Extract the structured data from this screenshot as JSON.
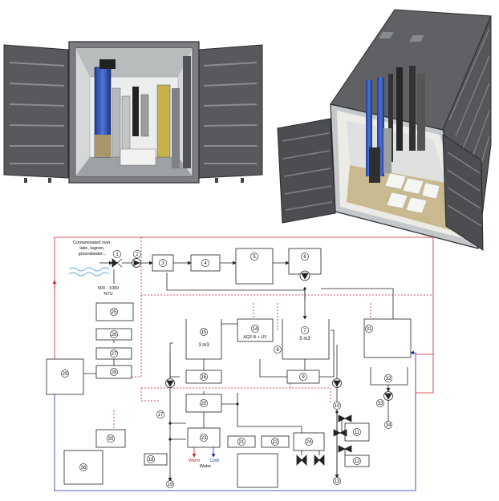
{
  "source": {
    "label_lines": [
      "Contaminated river,",
      "lake, lagoon,",
      "groundwater..."
    ],
    "turbidity_lines": [
      "500 - 1000",
      "NTU"
    ]
  },
  "tanks": {
    "t15_volume": "3 m3",
    "t7_volume": "5 m3",
    "t14_label": "AQ3 III + UV"
  },
  "outlets": {
    "warm": "Warm",
    "cold": "Cold",
    "water": "Water"
  },
  "components": [
    "1",
    "2",
    "3",
    "4",
    "5",
    "6",
    "7",
    "8",
    "9",
    "10",
    "11",
    "12",
    "13",
    "14",
    "15",
    "16",
    "17",
    "18",
    "19",
    "20",
    "21",
    "22",
    "23",
    "24",
    "25",
    "26",
    "27",
    "28",
    "29",
    "30",
    "31",
    "32",
    "33",
    "34",
    "35",
    "36"
  ],
  "colors": {
    "line": "#222222",
    "red_line": "#d0202a",
    "blue_line": "#1a2fa0",
    "container_body": "#5d5f62",
    "container_dark": "#3f4144",
    "water_wave": "#5aa9e6"
  }
}
